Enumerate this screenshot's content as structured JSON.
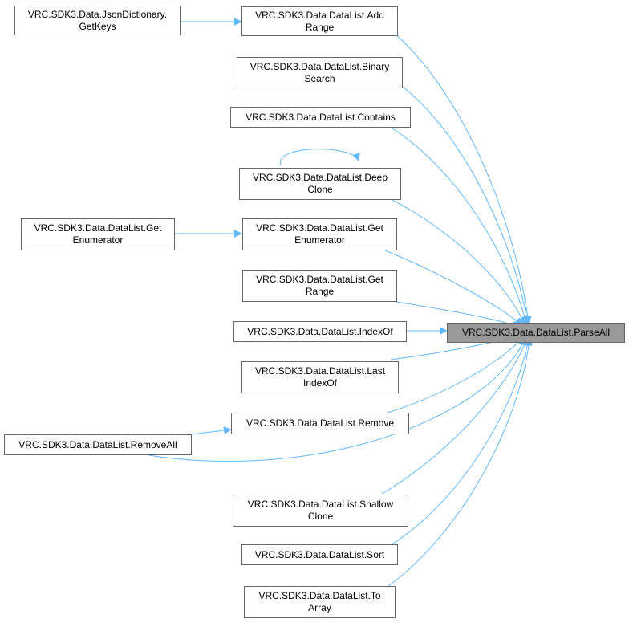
{
  "graph": {
    "focus": {
      "line1": "VRC.SDK3.Data.DataList.ParseAll"
    },
    "callers": [
      {
        "id": "addrange",
        "line1": "VRC.SDK3.Data.DataList.Add",
        "line2": "Range"
      },
      {
        "id": "binarysearch",
        "line1": "VRC.SDK3.Data.DataList.Binary",
        "line2": "Search"
      },
      {
        "id": "contains",
        "line1": "VRC.SDK3.Data.DataList.Contains",
        "line2": ""
      },
      {
        "id": "deepclone",
        "line1": "VRC.SDK3.Data.DataList.Deep",
        "line2": "Clone"
      },
      {
        "id": "getenum",
        "line1": "VRC.SDK3.Data.DataList.Get",
        "line2": "Enumerator"
      },
      {
        "id": "getrange",
        "line1": "VRC.SDK3.Data.DataList.Get",
        "line2": "Range"
      },
      {
        "id": "indexof",
        "line1": "VRC.SDK3.Data.DataList.IndexOf",
        "line2": ""
      },
      {
        "id": "lastindexof",
        "line1": "VRC.SDK3.Data.DataList.Last",
        "line2": "IndexOf"
      },
      {
        "id": "remove",
        "line1": "VRC.SDK3.Data.DataList.Remove",
        "line2": ""
      },
      {
        "id": "shallowclone",
        "line1": "VRC.SDK3.Data.DataList.Shallow",
        "line2": "Clone"
      },
      {
        "id": "sort",
        "line1": "VRC.SDK3.Data.DataList.Sort",
        "line2": ""
      },
      {
        "id": "toarray",
        "line1": "VRC.SDK3.Data.DataList.To",
        "line2": "Array"
      }
    ],
    "second_level": [
      {
        "id": "jsongetkeys",
        "line1": "VRC.SDK3.Data.JsonDictionary.",
        "line2": "GetKeys"
      },
      {
        "id": "getenum2",
        "line1": "VRC.SDK3.Data.DataList.Get",
        "line2": "Enumerator"
      },
      {
        "id": "removeall",
        "line1": "VRC.SDK3.Data.DataList.RemoveAll",
        "line2": ""
      }
    ],
    "edge_color": "#63b8ff",
    "focus_fill": "#999999"
  }
}
